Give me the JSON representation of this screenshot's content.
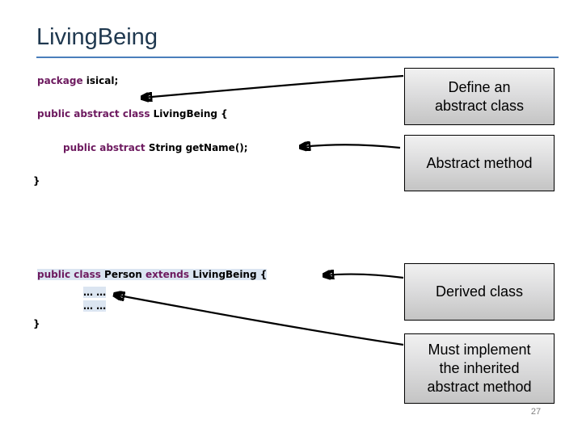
{
  "slide": {
    "title": "LivingBeing",
    "page_number": "27"
  },
  "colors": {
    "title_text": "#1f384f",
    "title_rule": "#4a7ebb",
    "code_keyword": "#6d1a5f",
    "code_text": "#000000",
    "code_highlight": "#dbe5f1",
    "callout_border": "#000000",
    "callout_gradient_top": "#f1f1f1",
    "callout_gradient_bottom": "#c4c4c4",
    "arrow": "#000000",
    "page_number": "#7f7f7f"
  },
  "code": {
    "line1_kw": "package",
    "line1_rest": " isical;",
    "line2_kw": "public abstract class",
    "line2_rest": " LivingBeing {",
    "line3_kw": "public abstract",
    "line3_rest": " String getName();",
    "line4": "}",
    "line5_kw1": "public class",
    "line5_mid": " Person ",
    "line5_kw2": "extends",
    "line5_rest": " LivingBeing {",
    "line6": "… …",
    "line7": "… …",
    "line8": "}"
  },
  "callouts": [
    {
      "lines": [
        "Define an",
        "abstract class"
      ]
    },
    {
      "lines": [
        "Abstract method"
      ]
    },
    {
      "lines": [
        "Derived class"
      ]
    },
    {
      "lines": [
        "Must implement",
        "the inherited",
        "abstract method"
      ]
    }
  ]
}
